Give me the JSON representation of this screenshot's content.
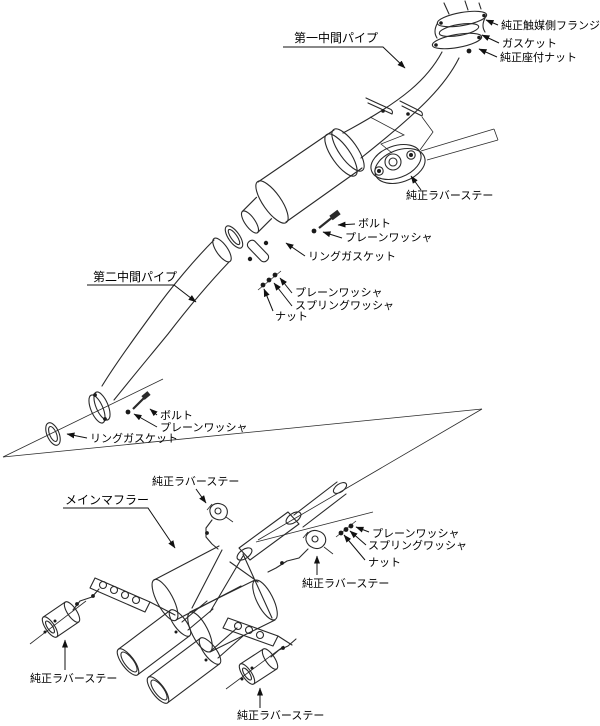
{
  "diagram": {
    "type": "exhaust-system-exploded-installation-diagram",
    "background_color": "#ffffff",
    "line_color": "#2a2a2a",
    "text_color": "#000000"
  },
  "labels": {
    "first_mid_pipe": "第一中間パイプ",
    "oem_catalyst_side_flange": "純正触媒側フランジ",
    "gasket_top": "ガスケット",
    "oem_seated_nut": "純正座付ナット",
    "oem_rubber_stay_resonator": "純正ラバーステー",
    "bolt_mid": "ボルト",
    "plain_washer_mid": "プレーンワッシャ",
    "ring_gasket_mid": "リングガスケット",
    "second_mid_pipe": "第二中間パイプ",
    "plain_washer_joint2": "プレーンワッシャ",
    "spring_washer_joint2": "スプリングワッシャ",
    "nut_joint2": "ナット",
    "bolt_lower": "ボルト",
    "plain_washer_lower": "プレーンワッシャ",
    "ring_gasket_lower": "リングガスケット",
    "oem_rubber_stay_front": "純正ラバーステー",
    "main_muffler": "メインマフラー",
    "plain_washer_rear": "プレーンワッシャ",
    "spring_washer_rear": "スプリングワッシャ",
    "nut_rear": "ナット",
    "oem_rubber_stay_right": "純正ラバーステー",
    "oem_rubber_stay_left": "純正ラバーステー",
    "oem_rubber_stay_center": "純正ラバーステー"
  }
}
